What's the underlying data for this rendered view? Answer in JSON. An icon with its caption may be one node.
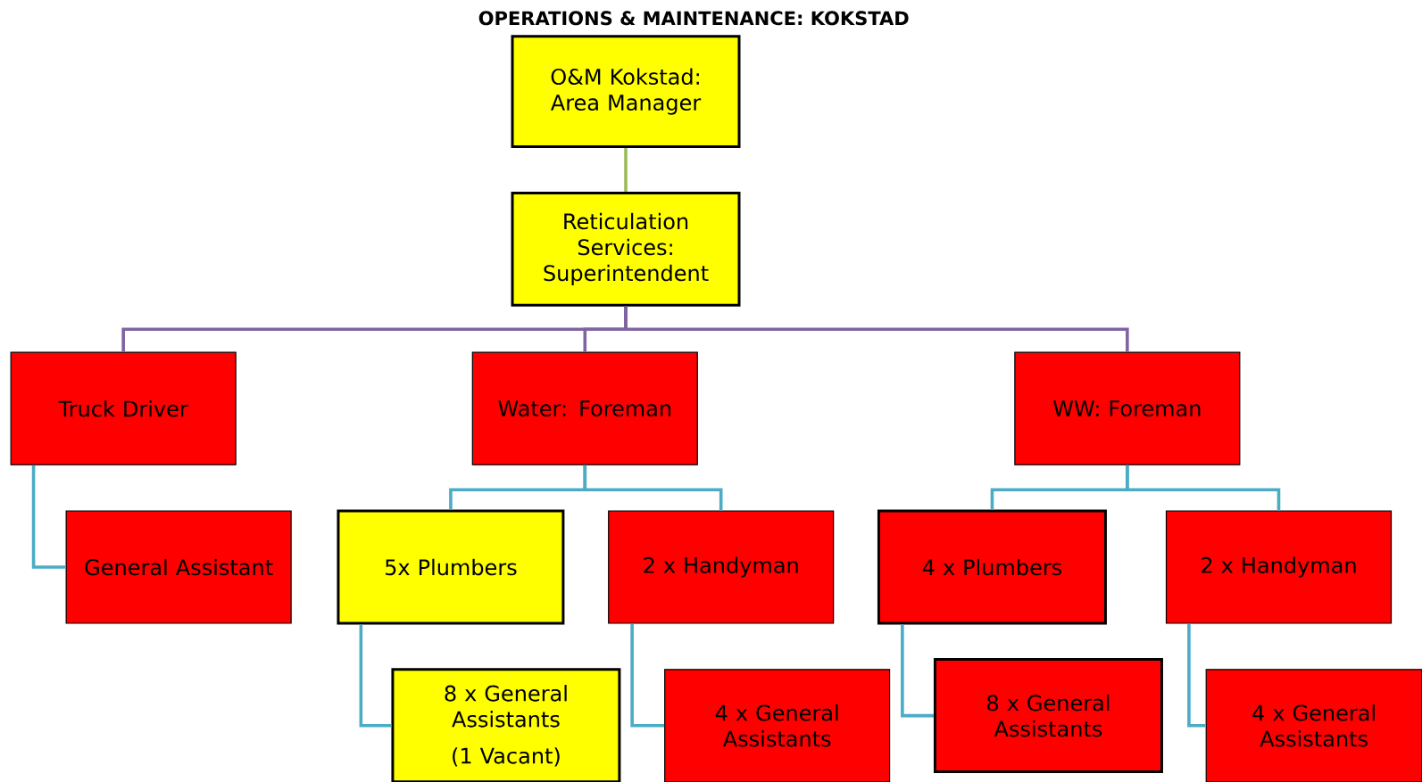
{
  "diagram": {
    "title": "OPERATIONS & MAINTENANCE: KOKSTAD",
    "nodes": [
      {
        "text": [
          "O&M Kokstad: Area Manager"
        ]
      },
      {
        "text": [
          "Reticulation Services: Superintendent"
        ]
      },
      {
        "text": [
          "Truck Driver"
        ]
      },
      {
        "text": [
          "Water: Foreman"
        ]
      },
      {
        "text": [
          "WW: Foreman"
        ]
      },
      {
        "text": [
          "General Assistant"
        ]
      },
      {
        "text": [
          "5x Plumbers"
        ]
      },
      {
        "text": [
          "2 x Handyman"
        ]
      },
      {
        "text": [
          "4 x Plumbers"
        ]
      },
      {
        "text": [
          "2 x Handyman"
        ]
      },
      {
        "text": [
          "8 x General Assistants",
          "(1 Vacant)"
        ]
      },
      {
        "text": [
          "4 x General Assistants"
        ]
      },
      {
        "text": [
          "8 x General Assistants"
        ]
      },
      {
        "text": [
          "4 x General Assistants"
        ]
      }
    ],
    "edges": [
      {
        "from": 0,
        "to": 1,
        "arrow": "none",
        "color": "#9bbb59"
      },
      {
        "from": 1,
        "to": 2,
        "arrow": "none",
        "color": "#8064a2"
      },
      {
        "from": 1,
        "to": 3,
        "arrow": "none",
        "color": "#8064a2"
      },
      {
        "from": 1,
        "to": 4,
        "arrow": "none",
        "color": "#8064a2"
      },
      {
        "from": 2,
        "to": 5,
        "arrow": "none"
      },
      {
        "from": 3,
        "to": 6,
        "arrow": "none"
      },
      {
        "from": 3,
        "to": 7,
        "arrow": "none"
      },
      {
        "from": 4,
        "to": 8,
        "arrow": "none"
      },
      {
        "from": 4,
        "to": 9,
        "arrow": "none"
      },
      {
        "from": 6,
        "to": 10,
        "arrow": "none"
      },
      {
        "from": 7,
        "to": 11,
        "arrow": "none"
      },
      {
        "from": 8,
        "to": 12,
        "arrow": "none"
      },
      {
        "from": 9,
        "to": 13,
        "arrow": "none"
      }
    ]
  }
}
